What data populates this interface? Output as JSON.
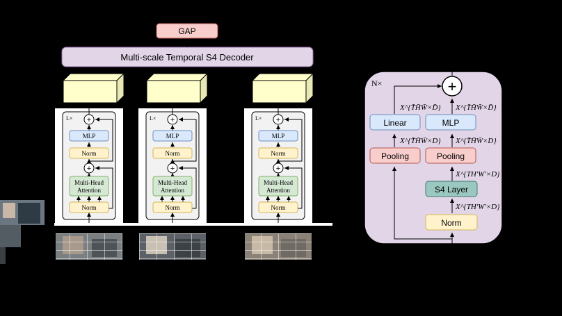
{
  "top": {
    "gap_label": "GAP",
    "decoder_label": "Multi-scale Temporal S4 Decoder"
  },
  "encoder": {
    "repeat_label": "L×",
    "mlp_label": "MLP",
    "norm_label": "Norm",
    "attention_line1": "Multi-Head",
    "attention_line2": "Attention",
    "add_symbol": "+"
  },
  "s4_block": {
    "repeat_label": "N×",
    "linear_label": "Linear",
    "mlp_label": "MLP",
    "pooling_left_label": "Pooling",
    "pooling_right_label": "Pooling",
    "s4_layer_label": "S4 Layer",
    "norm_label": "Norm",
    "add_symbol": "+",
    "math_left_top": "X^{T̄H̄W̄×D̄}",
    "math_right_top": "X^{T̄H̄W̄×D̄}",
    "math_left_mid": "X^{T̄H̄W̄×D}",
    "math_right_mid": "X^{T̄H̄W̄×D}",
    "math_upper": "X^{TH′W′×D}",
    "math_lower": "X^{TH′W′×D}"
  },
  "colors": {
    "gap_fill": "#f8cecc",
    "decoder_fill": "#e1d5e7",
    "feature_fill": "#ffffcc",
    "mlp_fill": "#dae8fc",
    "norm_fill": "#fff2cc",
    "attention_fill": "#d5e8d4",
    "pooling_fill": "#f8cecc",
    "s4_fill": "#9ac7bf",
    "panel_fill": "#e1d5e7",
    "encoder_fill": "#f2f2f2"
  }
}
